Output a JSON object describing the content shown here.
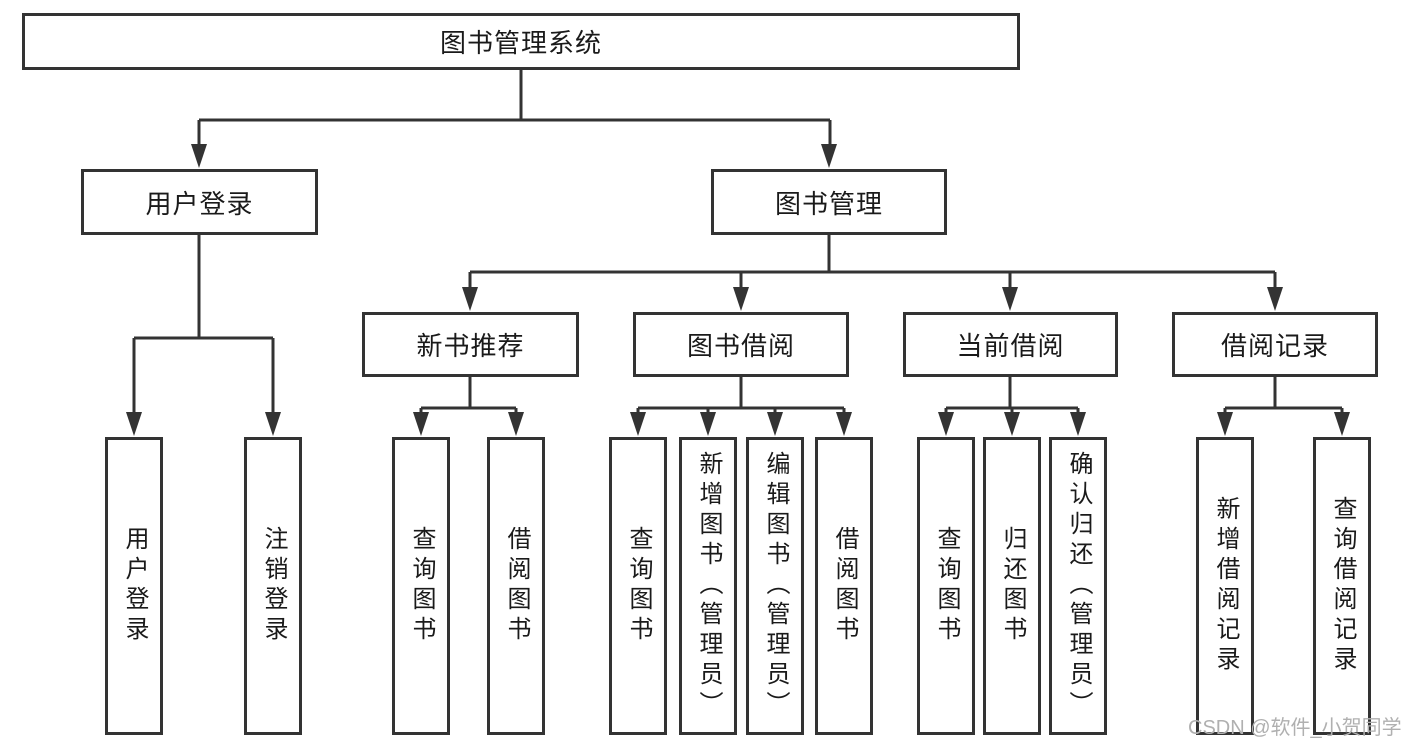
{
  "diagram": {
    "title": "图书管理系统",
    "level2": [
      {
        "label": "用户登录"
      },
      {
        "label": "图书管理"
      }
    ],
    "level3": [
      {
        "label": "新书推荐",
        "parent": "图书管理"
      },
      {
        "label": "图书借阅",
        "parent": "图书管理"
      },
      {
        "label": "当前借阅",
        "parent": "图书管理"
      },
      {
        "label": "借阅记录",
        "parent": "图书管理"
      }
    ],
    "leaves": [
      {
        "label": "用户登录",
        "parent": "用户登录"
      },
      {
        "label": "注销登录",
        "parent": "用户登录"
      },
      {
        "label": "查询图书",
        "parent": "新书推荐"
      },
      {
        "label": "借阅图书",
        "parent": "新书推荐"
      },
      {
        "label": "查询图书",
        "parent": "图书借阅"
      },
      {
        "label": "新增图书（管理员）",
        "parent": "图书借阅"
      },
      {
        "label": "编辑图书（管理员）",
        "parent": "图书借阅"
      },
      {
        "label": "借阅图书",
        "parent": "图书借阅"
      },
      {
        "label": "查询图书",
        "parent": "当前借阅"
      },
      {
        "label": "归还图书",
        "parent": "当前借阅"
      },
      {
        "label": "确认归还（管理员）",
        "parent": "当前借阅"
      },
      {
        "label": "新增借阅记录",
        "parent": "借阅记录"
      },
      {
        "label": "查询借阅记录",
        "parent": "借阅记录"
      }
    ]
  },
  "watermark": {
    "text": "CSDN @软件_小贺同学"
  },
  "colors": {
    "line": "#333333",
    "box_border": "#333333",
    "box_background": "#ffffff",
    "text": "#1a1a1a",
    "watermark": "#b0b0b0",
    "page_background": "#ffffff"
  }
}
